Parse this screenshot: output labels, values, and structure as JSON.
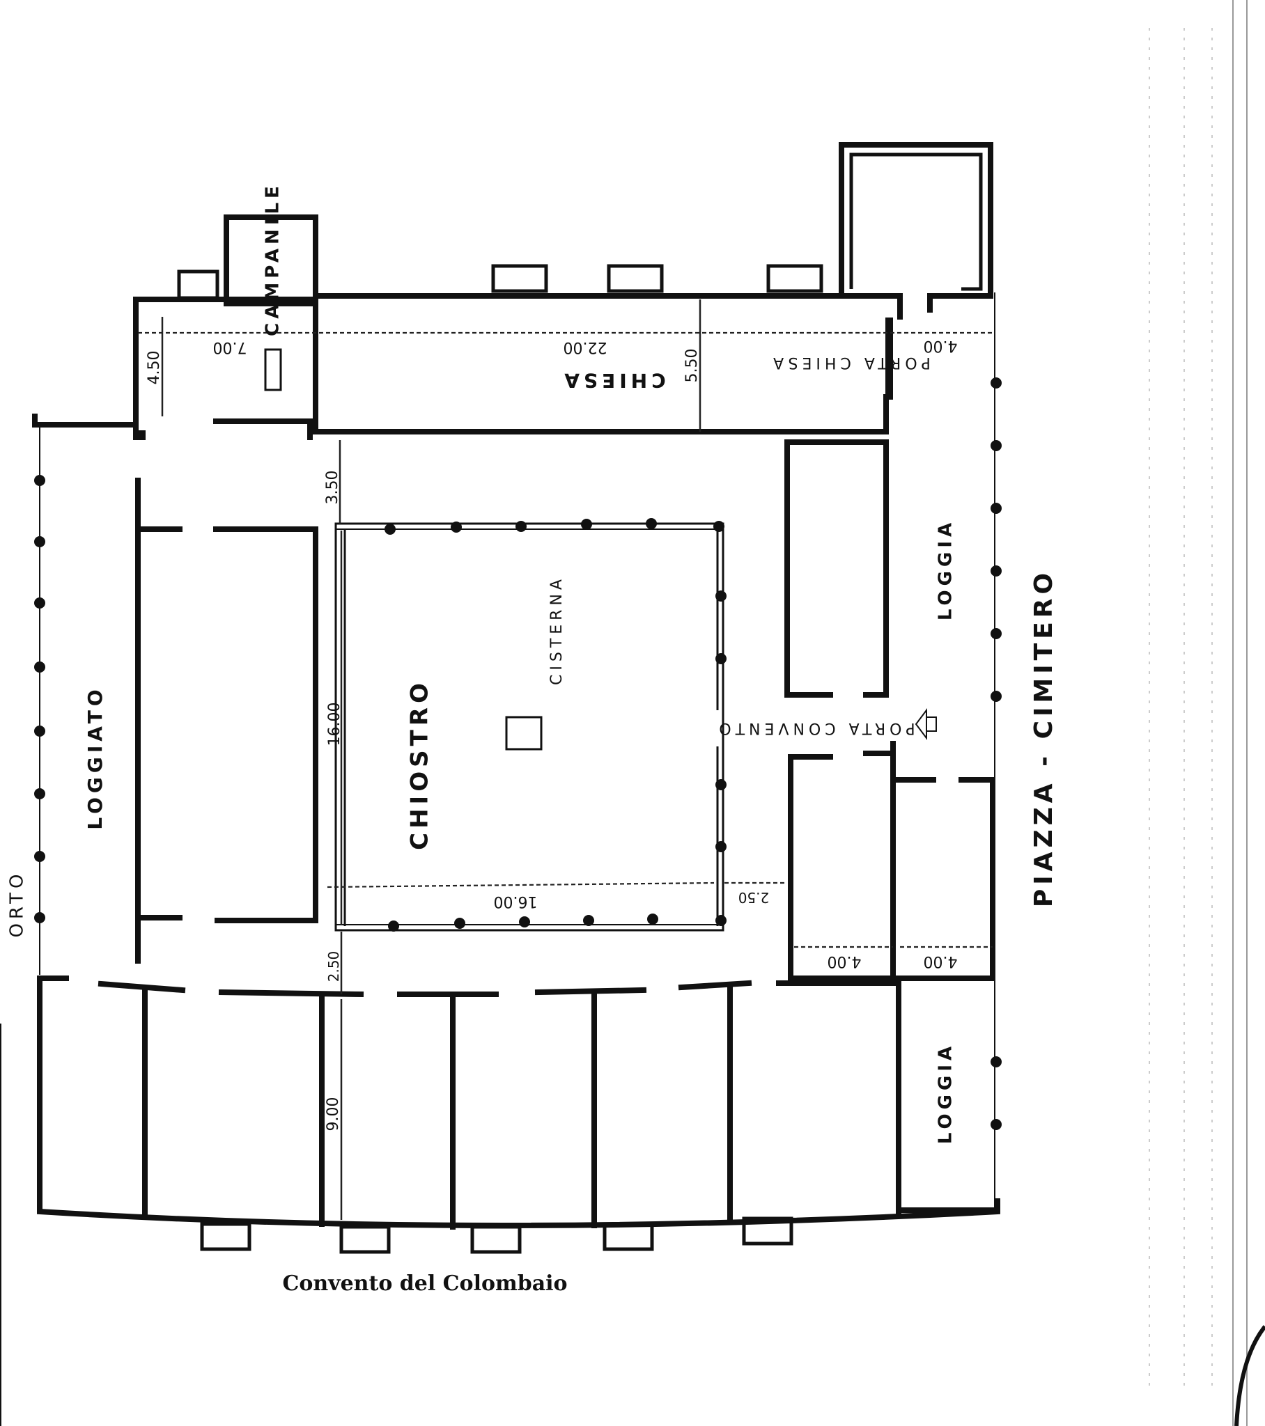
{
  "caption": "Convento del Colombaio",
  "labels": {
    "campanile": "CAMPANILE",
    "chiesa": "CHIESA",
    "porta_chiesa": "PORTA CHIESA",
    "loggiato": "LOGGIATO",
    "chiostro": "CHIOSTRO",
    "cisterna": "CISTERNA",
    "porta_convento": "PORTA CONVENTO",
    "loggia_upper": "LOGGIA",
    "loggia_lower": "LOGGIA",
    "piazza_cimitero": "PIAZZA  -  CIMITERO",
    "orto": "ORTO"
  },
  "dimensions": {
    "d_4_50": "4.50",
    "d_7_00": "7.00",
    "d_22_00": "22.00",
    "d_5_50": "5.50",
    "d_4_00_top": "4.00",
    "d_3_50": "3.50",
    "d_16_00_vertical": "16.00",
    "d_16_00_horizontal": "16.00",
    "d_2_50_right": "2.50",
    "d_2_50_bottom": "2.50",
    "d_4_00_left": "4.00",
    "d_4_00_right": "4.00",
    "d_9_00": "9.00"
  }
}
